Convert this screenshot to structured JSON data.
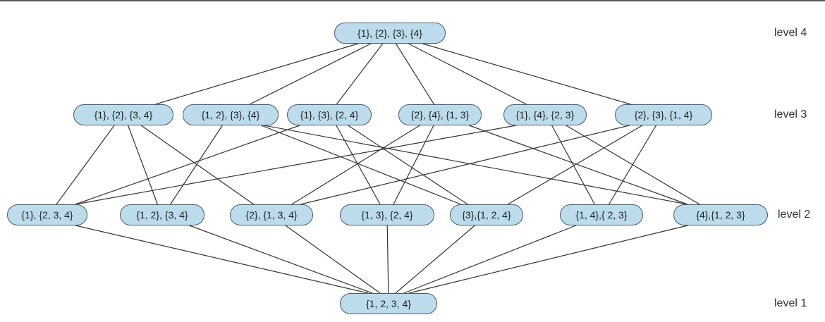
{
  "levels": [
    {
      "label": "level 4",
      "nodes": [
        "{1}, {2}, {3}, {4}"
      ]
    },
    {
      "label": "level 3",
      "nodes": [
        "{1}, {2}, {3, 4}",
        "{1, 2}, {3}, {4}",
        "{1}, {3}, {2, 4}",
        "{2}, {4}, {1, 3}",
        "{1}, {4}, {2, 3}",
        "{2}, {3}, {1, 4}"
      ]
    },
    {
      "label": "level 2",
      "nodes": [
        "{1}, {2, 3, 4}",
        "{1, 2}, {3, 4}",
        "{2}, {1, 3, 4}",
        "{1, 3}, {2, 4}",
        "{3},{1, 2, 4}",
        "{1, 4},{ 2, 3}",
        "{4},{1, 2, 3}"
      ]
    },
    {
      "label": "level 1",
      "nodes": [
        "{1, 2, 3, 4}"
      ]
    }
  ],
  "edges_level3_to_level2": [
    [
      1,
      2,
      0
    ],
    [
      6,
      4,
      1
    ],
    [
      3,
      4,
      0
    ],
    [
      3,
      6,
      2
    ],
    [
      5,
      6,
      0
    ],
    [
      5,
      4,
      2
    ]
  ],
  "colors": {
    "node_fill": "#bcdcec",
    "node_border": "#4a5a66",
    "edge": "#333333"
  }
}
